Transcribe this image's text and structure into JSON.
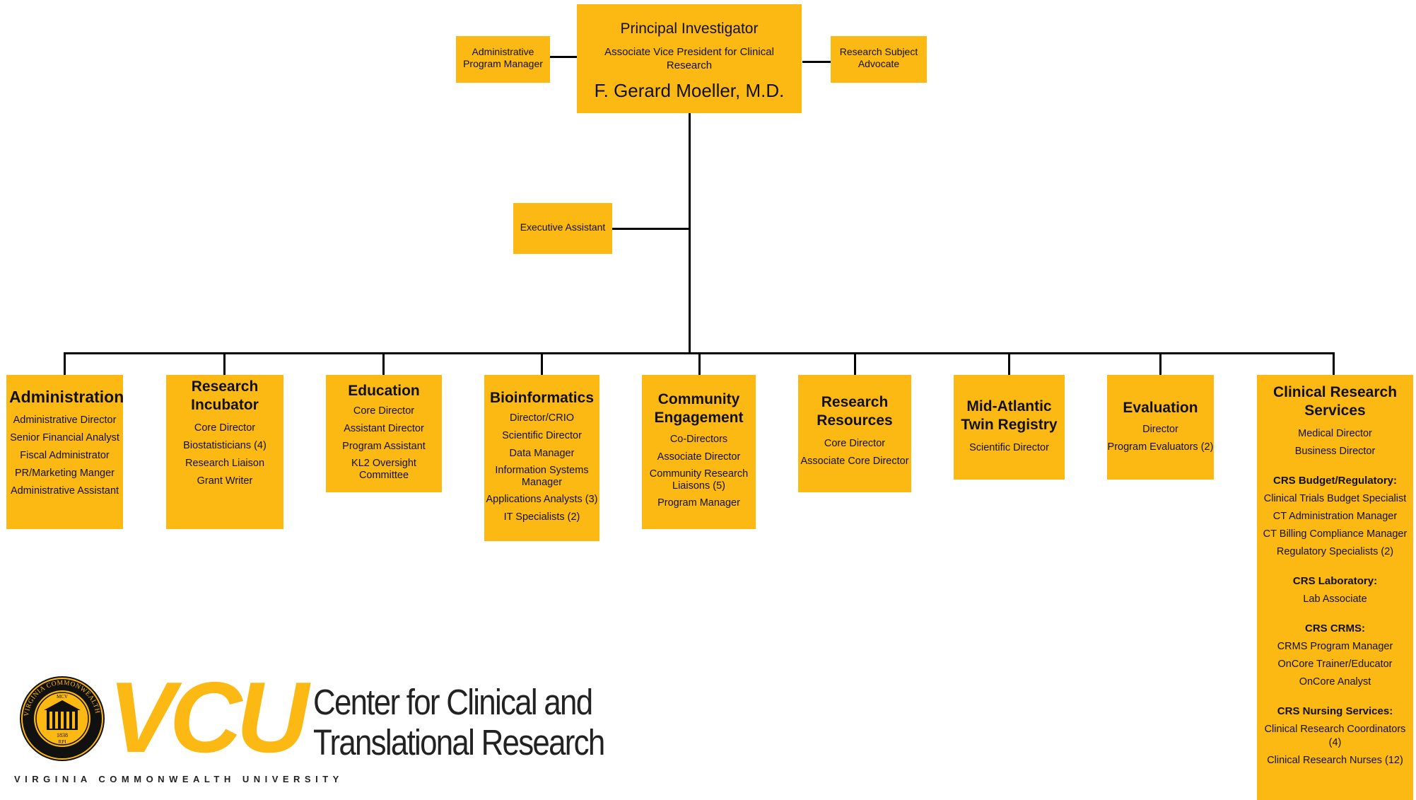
{
  "top": {
    "pi": {
      "title": "Principal Investigator",
      "subtitle": "Associate Vice President for Clinical Research",
      "name": "F. Gerard Moeller, M.D."
    },
    "admin_pm": [
      "Administrative",
      "Program Manager"
    ],
    "rsa": [
      "Research Subject",
      "Advocate"
    ],
    "exec_assistant": "Executive Assistant"
  },
  "units": {
    "administration": {
      "title": "Administration",
      "items": [
        "Administrative Director",
        "Senior Financial Analyst",
        "Fiscal Administrator",
        "PR/Marketing Manger",
        "Administrative Assistant"
      ]
    },
    "research_incubator": {
      "title": "Research Incubator",
      "items": [
        "Core Director",
        "Biostatisticians (4)",
        "Research Liaison",
        "Grant Writer"
      ]
    },
    "education": {
      "title": "Education",
      "items": [
        "Core Director",
        "Assistant Director",
        "Program Assistant",
        "KL2 Oversight Committee"
      ]
    },
    "bioinformatics": {
      "title": "Bioinformatics",
      "items": [
        "Director/CRIO",
        "Scientific Director",
        "Data Manager",
        "Information Systems Manager",
        "Applications Analysts (3)",
        "IT Specialists (2)"
      ]
    },
    "community_engagement": {
      "title": "Community Engagement",
      "items": [
        "Co-Directors",
        "Associate Director",
        "Community Research Liaisons (5)",
        "Program Manager"
      ]
    },
    "research_resources": {
      "title": "Research Resources",
      "items": [
        "Core Director",
        "Associate Core Director"
      ]
    },
    "twin_registry": {
      "title": "Mid-Atlantic Twin Registry",
      "items": [
        "Scientific Director"
      ]
    },
    "evaluation": {
      "title": "Evaluation",
      "items": [
        "Director",
        "Program Evaluators (2)"
      ]
    },
    "crs": {
      "title": "Clinical Research Services",
      "items": [
        "Medical Director",
        "Business Director"
      ],
      "sections": [
        {
          "heading": "CRS Budget/Regulatory:",
          "items": [
            "Clinical Trials Budget Specialist",
            "CT Administration Manager",
            "CT Billing Compliance Manager",
            "Regulatory Specialists (2)"
          ]
        },
        {
          "heading": "CRS Laboratory:",
          "items": [
            "Lab Associate"
          ]
        },
        {
          "heading": "CRS CRMS:",
          "items": [
            "CRMS Program Manager",
            "OnCore Trainer/Educator",
            "OnCore Analyst"
          ]
        },
        {
          "heading": "CRS Nursing Services:",
          "items": [
            "Clinical Research Coordinators (4)",
            "Clinical Research Nurses (12)"
          ]
        }
      ]
    }
  },
  "logo": {
    "wordmark": "VCU",
    "center_line1": "Center for Clinical and",
    "center_line2": "Translational Research",
    "university": "VIRGINIA COMMONWEALTH UNIVERSITY",
    "seal_text": "VIRGINIA COMMONWEALTH UNIVERSITY",
    "seal_mcv": "MCV",
    "seal_year": "1838",
    "seal_rpi": "RPI"
  },
  "colors": {
    "box": "#FDB913",
    "line": "#000000"
  }
}
